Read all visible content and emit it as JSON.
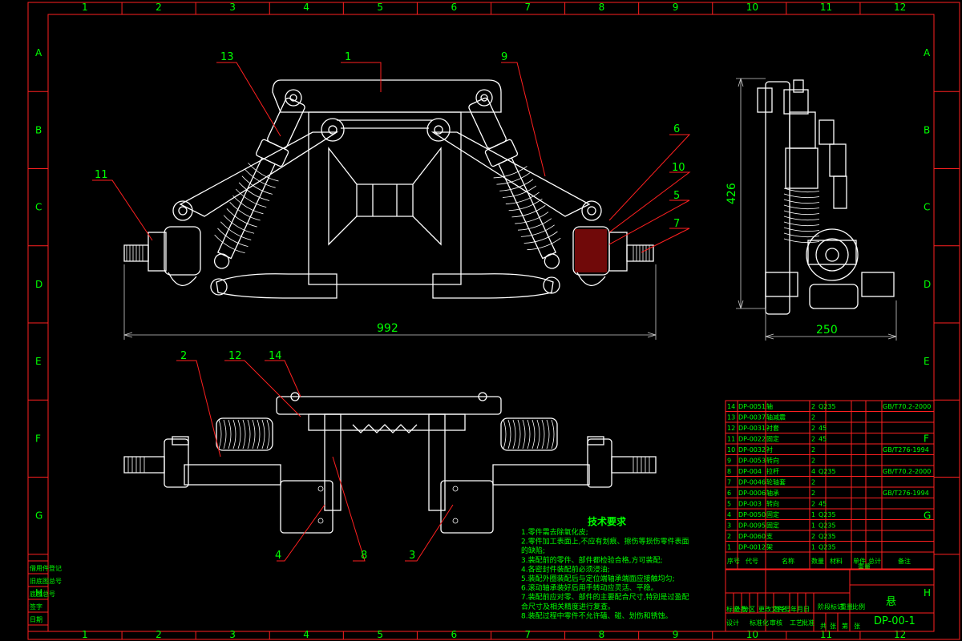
{
  "frame": {
    "columns": [
      "1",
      "2",
      "3",
      "4",
      "5",
      "6",
      "7",
      "8",
      "9",
      "10",
      "11",
      "12"
    ],
    "rows": [
      "A",
      "B",
      "C",
      "D",
      "E",
      "F",
      "G",
      "H"
    ]
  },
  "callouts": {
    "c1": "1",
    "c2": "2",
    "c3": "3",
    "c4": "4",
    "c5": "5",
    "c6": "6",
    "c7": "7",
    "c8": "8",
    "c9": "9",
    "c10": "10",
    "c11": "11",
    "c12": "12",
    "c13": "13",
    "c14": "14"
  },
  "dimensions": {
    "width": "992",
    "height": "426",
    "depth": "250"
  },
  "bom": {
    "rows": [
      {
        "no": "14",
        "code": "DP-0051",
        "name": "轴",
        "qty": "2",
        "material": "Q235",
        "standard": "GB/T70.2-2000"
      },
      {
        "no": "13",
        "code": "DP-0037",
        "name": "轴减震",
        "qty": "2",
        "material": "",
        "standard": ""
      },
      {
        "no": "12",
        "code": "DP-0031",
        "name": "衬套",
        "qty": "2",
        "material": "45",
        "standard": ""
      },
      {
        "no": "11",
        "code": "DP-0022",
        "name": "固定",
        "qty": "2",
        "material": "45",
        "standard": ""
      },
      {
        "no": "10",
        "code": "DP-0032",
        "name": "衬",
        "qty": "2",
        "material": "",
        "standard": "GB/T276-1994"
      },
      {
        "no": "9",
        "code": "DP-0053",
        "name": "转向",
        "qty": "2",
        "material": "",
        "standard": ""
      },
      {
        "no": "8",
        "code": "DP-004",
        "name": "拉杆",
        "qty": "4",
        "material": "Q235",
        "standard": "GB/T70.2-2000"
      },
      {
        "no": "7",
        "code": "DP-0046",
        "name": "轮轴套",
        "qty": "2",
        "material": "",
        "standard": ""
      },
      {
        "no": "6",
        "code": "DP-0006",
        "name": "轴承",
        "qty": "2",
        "material": "",
        "standard": "GB/T276-1994"
      },
      {
        "no": "5",
        "code": "DP-003",
        "name": "转向",
        "qty": "2",
        "material": "45",
        "standard": ""
      },
      {
        "no": "4",
        "code": "DP-0050",
        "name": "固定",
        "qty": "1",
        "material": "Q235",
        "standard": ""
      },
      {
        "no": "3",
        "code": "DP-0095",
        "name": "固定",
        "qty": "1",
        "material": "Q235",
        "standard": ""
      },
      {
        "no": "2",
        "code": "DP-0060",
        "name": "支",
        "qty": "2",
        "material": "Q235",
        "standard": ""
      },
      {
        "no": "1",
        "code": "DP-0012",
        "name": "架",
        "qty": "1",
        "material": "Q235",
        "standard": ""
      }
    ],
    "header": {
      "no": "序号",
      "code": "代号",
      "name": "名称",
      "qty": "数量",
      "material": "材料",
      "unit": "单件",
      "total": "总计",
      "weight": "重量",
      "remark": "备注"
    }
  },
  "notes": {
    "title": "技术要求",
    "lines": [
      "1.零件需去除氧化皮;",
      "2.零件加工表面上,不应有划痕、擦伤等损伤零件表面",
      "的缺陷;",
      "3.装配前的零件、部件都检验合格,方可装配;",
      "4.各密封件装配前必须浸油;",
      "5.装配外圈装配后与定位端轴承端面应接触均匀;",
      "6.滚动轴承装好后用手转动应灵活、平稳。",
      "7.装配前应对零、部件的主要配合尺寸,特别是过盈配",
      "合尺寸及相关精度进行复查。",
      "8.装配过程中零件不允许磕、碰、划伤和锈蚀。"
    ]
  },
  "titleblock": {
    "name": "悬",
    "drawing_no": "DP-00-1",
    "left_labels": [
      "借用件登记",
      "旧底图总号",
      "底图总号",
      "签字",
      "日期"
    ],
    "small": [
      "标记",
      "处数",
      "分区",
      "更改文件号",
      "签名",
      "年月日",
      "设计",
      "标准化",
      "审核",
      "工艺",
      "批准",
      "阶段标记",
      "重量",
      "比例",
      "共",
      "张",
      "第",
      "张"
    ]
  }
}
